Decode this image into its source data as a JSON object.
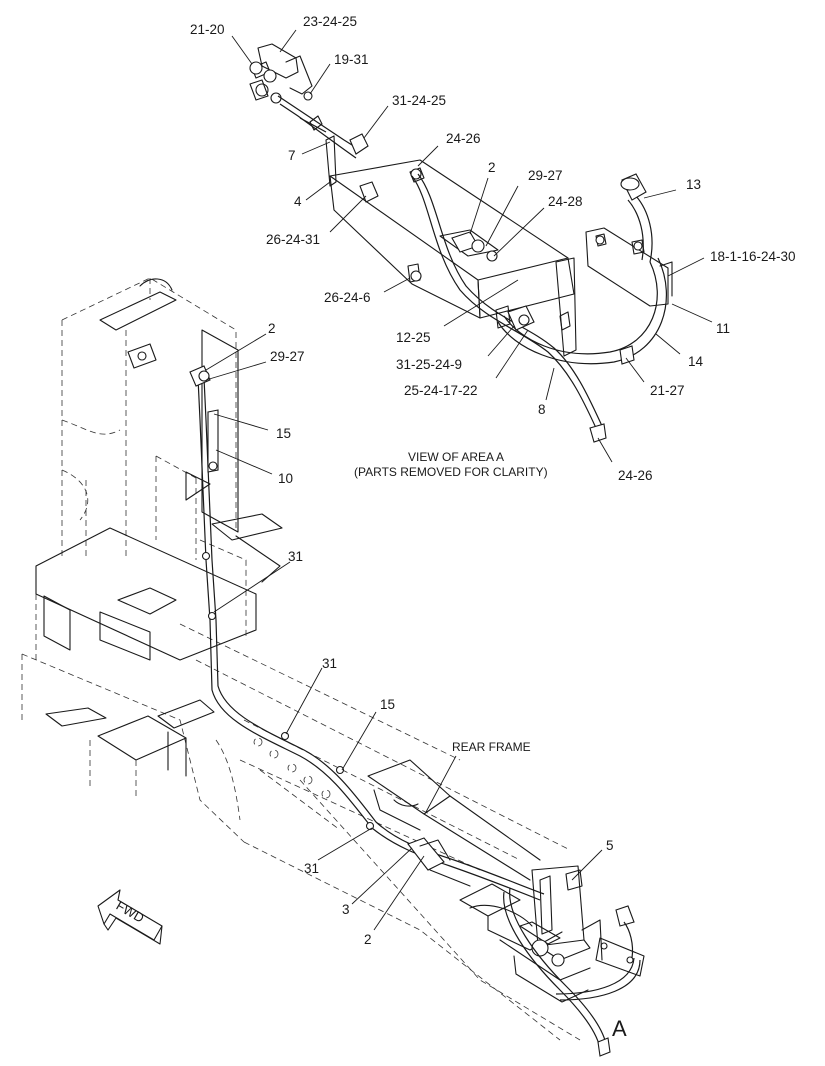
{
  "callouts": {
    "c21_20": "21-20",
    "c23_24_25": "23-24-25",
    "c19_31": "19-31",
    "c31_24_25": "31-24-25",
    "c7": "7",
    "c4": "4",
    "c24_26_top": "24-26",
    "c2_top": "2",
    "c29_27_top": "29-27",
    "c24_28": "24-28",
    "c13": "13",
    "c18_1_16_24_30": "18-1-16-24-30",
    "c26_24_31": "26-24-31",
    "c26_24_6": "26-24-6",
    "c12_25": "12-25",
    "c11": "11",
    "c31_25_24_9": "31-25-24-9",
    "c14": "14",
    "c25_24_17_22": "25-24-17-22",
    "c21_27": "21-27",
    "c8": "8",
    "c24_26_bottom": "24-26",
    "c2_left": "2",
    "c29_27_left": "29-27",
    "c15_upper": "15",
    "c10": "10",
    "c31_upper": "31",
    "c31_mid": "31",
    "c15_lower": "15",
    "c31_lower": "31",
    "c3": "3",
    "c2_bottom": "2",
    "c5": "5"
  },
  "captions": {
    "view_title": "VIEW OF AREA A",
    "view_subtitle": "(PARTS REMOVED FOR CLARITY)",
    "rear_frame": "REAR FRAME",
    "area_marker": "A",
    "fwd_label": "FWD"
  }
}
